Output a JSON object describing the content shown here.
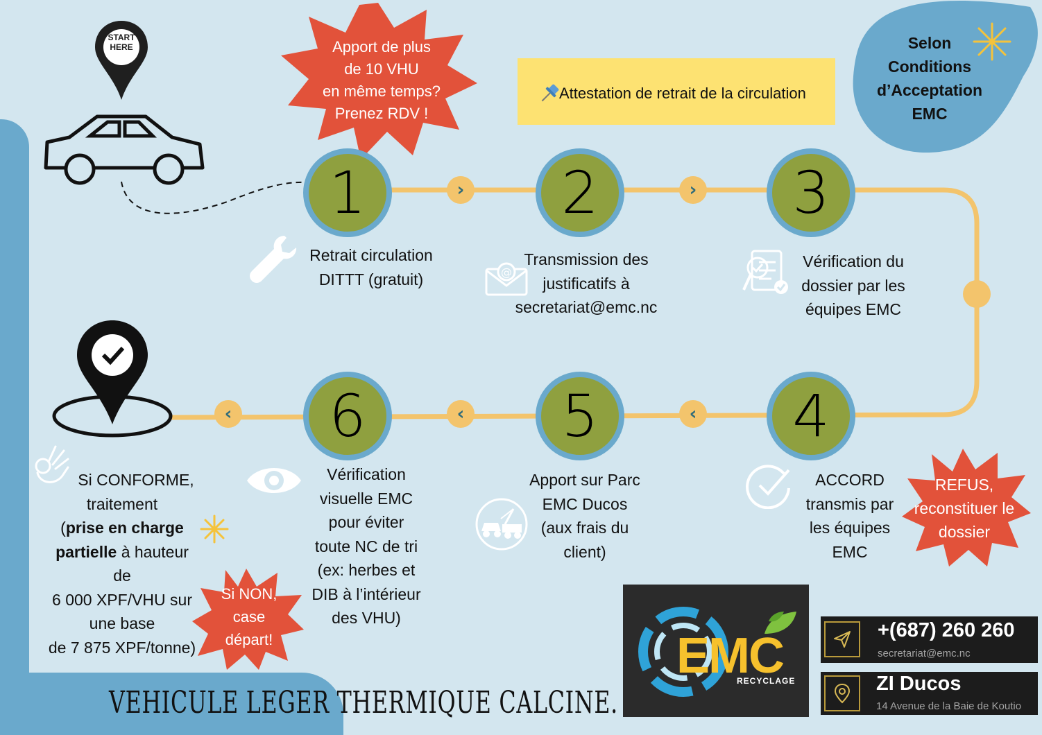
{
  "start_pin": {
    "line1": "START",
    "line2": "HERE"
  },
  "burst_top": {
    "lines": [
      "Apport de plus",
      "de 10 VHU",
      "en même temps?",
      "Prenez RDV !"
    ]
  },
  "attestation": {
    "text": "Attestation de retrait de la circulation"
  },
  "conditions": {
    "lines": [
      "Selon",
      "Conditions",
      "d’Acceptation",
      "EMC"
    ]
  },
  "steps": [
    {
      "number": "1",
      "lines": [
        "Retrait circulation",
        "DITTT (gratuit)"
      ]
    },
    {
      "number": "2",
      "lines": [
        "Transmission des",
        "justificatifs à",
        "secretariat@emc.nc"
      ]
    },
    {
      "number": "3",
      "lines": [
        "Vérification du",
        "dossier par les",
        "équipes EMC"
      ]
    },
    {
      "number": "4",
      "lines": [
        "ACCORD",
        "transmis par",
        "les équipes",
        "EMC"
      ]
    },
    {
      "number": "5",
      "lines": [
        "Apport sur Parc",
        "EMC Ducos",
        "(aux frais du",
        "client)"
      ]
    },
    {
      "number": "6",
      "lines": [
        "Vérification",
        "visuelle EMC",
        "pour éviter",
        "toute NC de tri",
        "(ex: herbes et",
        "DIB à l’intérieur",
        "des VHU)"
      ]
    }
  ],
  "refus": {
    "lines": [
      "REFUS,",
      "reconstituer le",
      "dossier"
    ]
  },
  "final": {
    "line1": "Si CONFORME,",
    "line2": "traitement",
    "bold1": "prise en charge",
    "bold2": "partielle",
    "after_bold": " à hauteur",
    "line5": "de",
    "line6": "6 000 XPF/VHU sur",
    "line7": "une base",
    "line8": "de 7 875 XPF/tonne)"
  },
  "si_non": {
    "lines": [
      "Si NON,",
      "case",
      "départ!"
    ]
  },
  "bottom_title": "VEHICULE LEGER THERMIQUE CALCINE.",
  "logo": {
    "big": "EMC",
    "small": "RECYCLAGE"
  },
  "contact": {
    "phone": "+(687) 260 260",
    "email": "secretariat@emc.nc",
    "location_title": "ZI Ducos",
    "address": "14 Avenue de la Baie de Koutio"
  },
  "colors": {
    "background": "#d3e6ef",
    "accent_blue": "#6aa9cc",
    "step_green": "#8fa03f",
    "burst_red": "#e2523a",
    "path_yellow": "#f3c46c",
    "note_yellow": "#fde272"
  }
}
